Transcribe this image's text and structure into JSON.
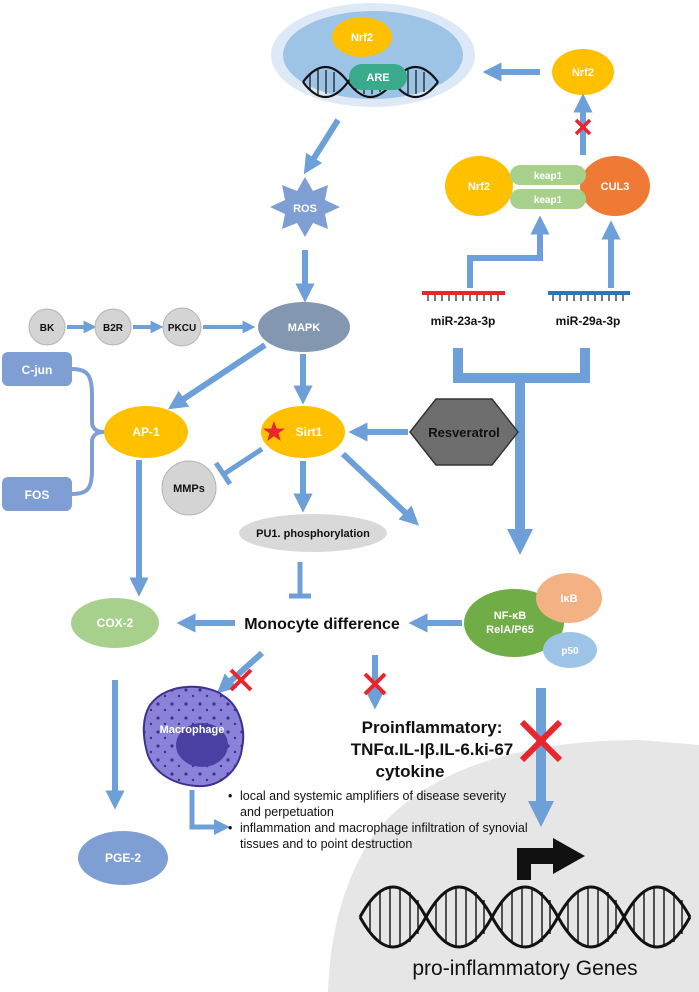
{
  "nodes": {
    "nucleus_nrf2": "Nrf2",
    "are": "ARE",
    "ros": "ROS",
    "top_nrf2": "Nrf2",
    "complex_nrf2": "Nrf2",
    "keap1_a": "keap1",
    "keap1_b": "keap1",
    "cul3": "CUL3",
    "mir23": "miR-23a-3p",
    "mir29": "miR-29a-3p",
    "bk": "BK",
    "b2r": "B2R",
    "pkcu": "PKCU",
    "mapk": "MAPK",
    "cjun": "C-jun",
    "fos": "FOS",
    "ap1": "AP-1",
    "sirt1": "Sirt1",
    "resveratrol": "Resveratrol",
    "mmps": "MMPs",
    "pu1": "PU1. phosphorylation",
    "cox2": "COX-2",
    "monocyte": "Monocyte difference",
    "nfkb_line1": "NF-κB",
    "nfkb_line2": "RelA/P65",
    "ikb": "IκB",
    "p50": "p50",
    "macrophage": "Macrophage",
    "pge2": "PGE-2",
    "proinflam_line1": "Proinflammatory:",
    "proinflam_line2": "TNFα.IL-Iβ.IL-6.ki-67",
    "proinflam_line3": "cytokine",
    "genes": "pro-inflammatory Genes"
  },
  "bullets": [
    "local and systemic amplifiers of disease severity and perpetuation",
    "inflammation and macrophage infiltration of synovial tissues and to point destruction"
  ],
  "colors": {
    "arrow": "#6d9fd8",
    "gold": "#ffc000",
    "teal": "#3aaa8c",
    "orange": "#ee7a35",
    "light_green": "#a8d08d",
    "slate": "#8497b0",
    "periwinkle": "#7f9fd4",
    "gray_circle": "#d4d4d4",
    "green": "#70ad47",
    "salmon": "#f4b183",
    "pale_blue": "#9dc3e6",
    "purple": "#8a82d8",
    "hexagon": "#6e6e6e",
    "red": "#e8262e",
    "blue_mirna": "#2e75b6"
  }
}
